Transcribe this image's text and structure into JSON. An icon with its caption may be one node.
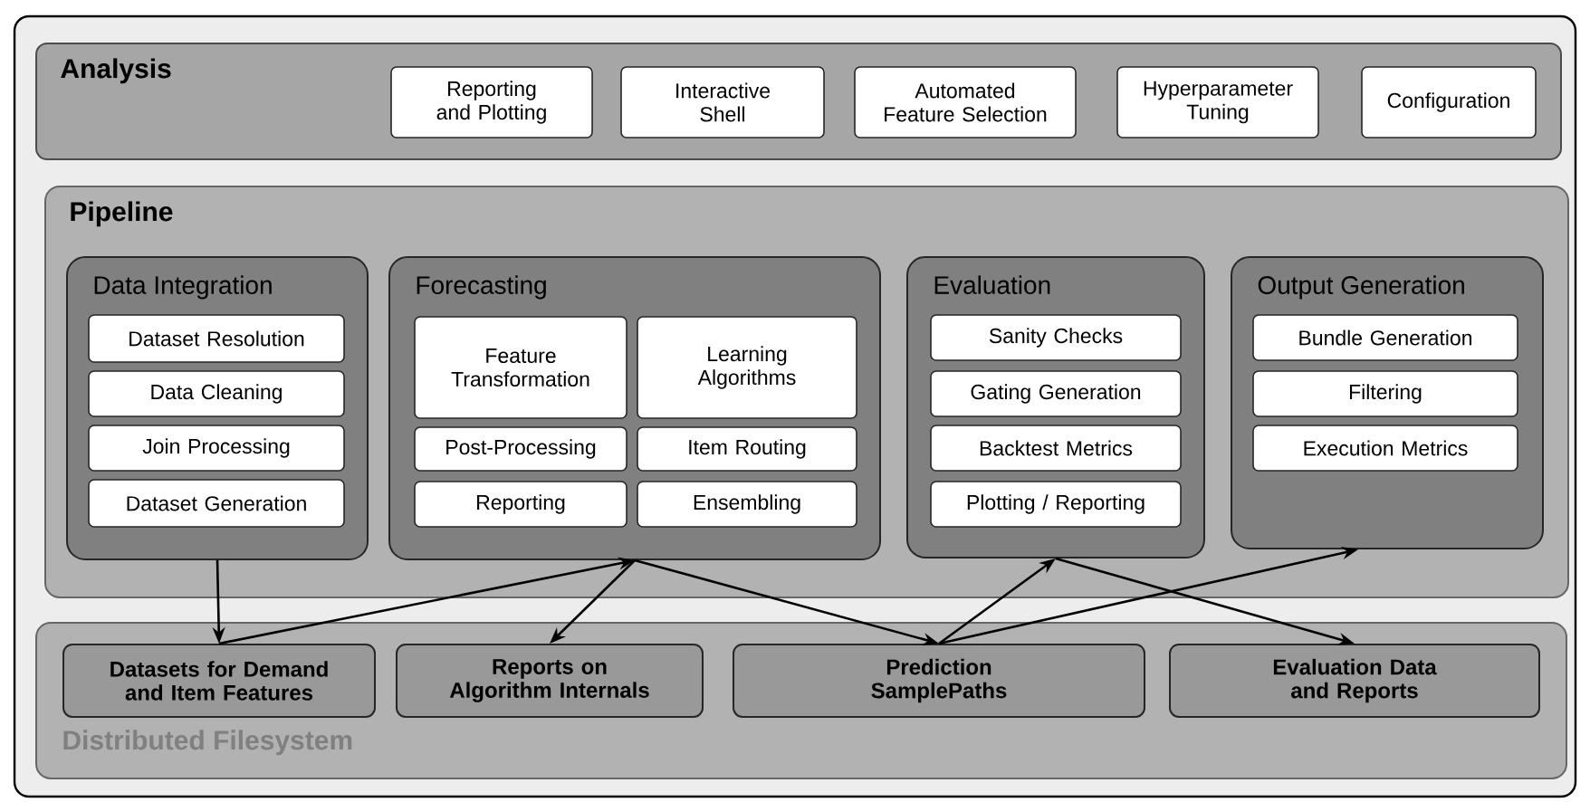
{
  "diagram": {
    "nodes": [
      {
        "text": [
          "Analysis"
        ]
      },
      {
        "text": [
          "Reporting and Plotting"
        ],
        "in": 0
      },
      {
        "text": [
          "Interactive Shell"
        ],
        "in": 0
      },
      {
        "text": [
          "Automated Feature Selection"
        ],
        "in": 0
      },
      {
        "text": [
          "Hyperparameter Tuning"
        ],
        "in": 0
      },
      {
        "text": [
          "Configuration"
        ],
        "in": 0
      },
      {
        "text": [
          "Pipeline"
        ]
      },
      {
        "text": [
          "Data Integration"
        ],
        "in": 6
      },
      {
        "text": [
          "Dataset Resolution"
        ],
        "in": 7
      },
      {
        "text": [
          "Data Cleaning"
        ],
        "in": 7
      },
      {
        "text": [
          "Join Processing"
        ],
        "in": 7
      },
      {
        "text": [
          "Dataset Generation"
        ],
        "in": 7
      },
      {
        "text": [
          "Forecasting"
        ],
        "in": 6
      },
      {
        "text": [
          "Feature Transformation"
        ],
        "in": 12
      },
      {
        "text": [
          "Learning Algorithms"
        ],
        "in": 12
      },
      {
        "text": [
          "Post-Processing"
        ],
        "in": 12
      },
      {
        "text": [
          "Item Routing"
        ],
        "in": 12
      },
      {
        "text": [
          "Reporting"
        ],
        "in": 12
      },
      {
        "text": [
          "Ensembling"
        ],
        "in": 12
      },
      {
        "text": [
          "Evaluation"
        ],
        "in": 6
      },
      {
        "text": [
          "Sanity Checks"
        ],
        "in": 19
      },
      {
        "text": [
          "Gating Generation"
        ],
        "in": 19
      },
      {
        "text": [
          "Backtest Metrics"
        ],
        "in": 19
      },
      {
        "text": [
          "Plotting / Reporting"
        ],
        "in": 19
      },
      {
        "text": [
          "Output Generation"
        ],
        "in": 6
      },
      {
        "text": [
          "Bundle Generation"
        ],
        "in": 24
      },
      {
        "text": [
          "Filtering"
        ],
        "in": 24
      },
      {
        "text": [
          "Execution Metrics"
        ],
        "in": 24
      },
      {
        "text": [
          "Distributed Filesystem"
        ]
      },
      {
        "text": [
          "Datasets for Demand and Item Features"
        ],
        "in": 28
      },
      {
        "text": [
          "Reports on Algorithm Internals"
        ],
        "in": 28
      },
      {
        "text": [
          "Prediction SamplePaths"
        ],
        "in": 28
      },
      {
        "text": [
          "Evaluation Data and Reports"
        ],
        "in": 28
      }
    ],
    "edges": [
      {
        "from": 7,
        "to": 29,
        "arrow": "to"
      },
      {
        "from": 29,
        "to": 12,
        "arrow": "to"
      },
      {
        "from": 12,
        "to": 30,
        "arrow": "to"
      },
      {
        "from": 12,
        "to": 31,
        "arrow": "to"
      },
      {
        "from": 31,
        "to": 19,
        "arrow": "to"
      },
      {
        "from": 19,
        "to": 32,
        "arrow": "to"
      },
      {
        "from": 31,
        "to": 24,
        "arrow": "to"
      }
    ]
  }
}
